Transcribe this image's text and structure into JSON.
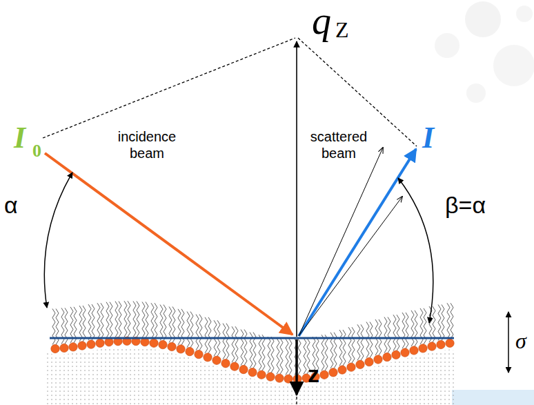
{
  "diagram": {
    "labels": [
      "q",
      "Z",
      "I",
      "0",
      "incidence beam",
      "scattered beam",
      "I",
      "α",
      "β=α",
      "σ",
      "z"
    ]
  }
}
